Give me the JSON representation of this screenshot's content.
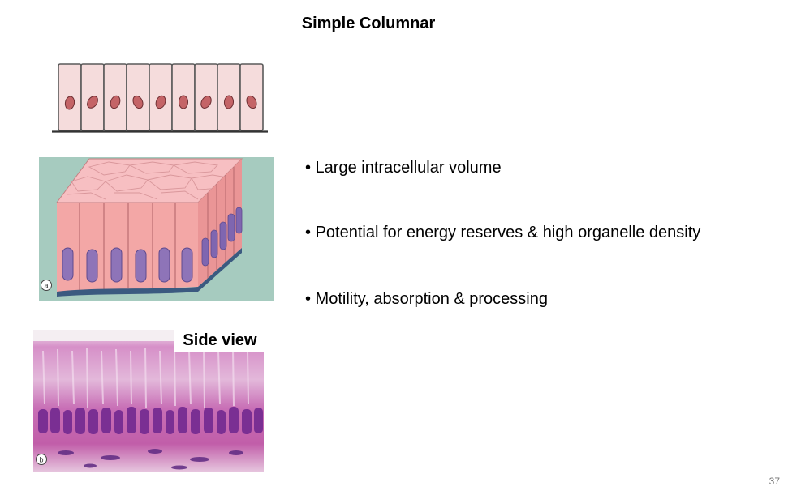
{
  "slide": {
    "title": "Simple Columnar",
    "bullets": [
      "• Large intracellular volume",
      "• Potential for energy reserves & high organelle density",
      "• Motility, absorption & processing"
    ],
    "side_view_label": "Side view",
    "figure_a_label": "a",
    "figure_b_label": "b",
    "page_number": "37"
  },
  "colors": {
    "cell_fill": "#f5dcdc",
    "nucleus_fill": "#c46467",
    "illustration_background": "#a6cbbf",
    "illustration_cell": "#f3a7a6",
    "illustration_nucleus": "#8e74b8",
    "basement_membrane": "#3b5a80",
    "stain_pink": "#c769ae",
    "stain_purple": "#7a2f93"
  }
}
